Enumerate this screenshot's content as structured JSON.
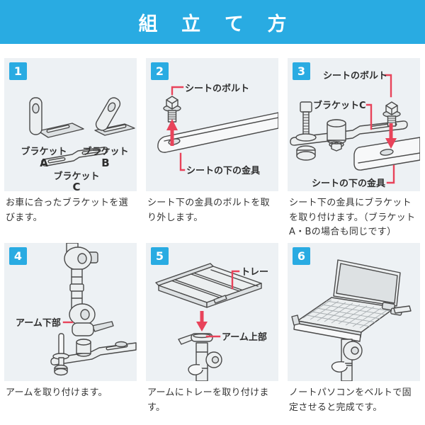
{
  "header": {
    "title": "組 立 て 方"
  },
  "colors": {
    "accent_blue": "#29abe2",
    "accent_red": "#e8435a",
    "panel_bg": "#edf1f4",
    "caption_text": "#333333",
    "line_art": "#4a4a4a"
  },
  "steps": [
    {
      "number": "1",
      "caption": "お車に合ったブラケットを選びます。",
      "labels": {
        "bracket_a_name": "ブラケット",
        "bracket_a_letter": "A",
        "bracket_b_name": "ブラケット",
        "bracket_b_letter": "B",
        "bracket_c_name": "ブラケット",
        "bracket_c_letter": "C"
      }
    },
    {
      "number": "2",
      "caption": "シート下の金具のボルトを取り外します。",
      "labels": {
        "seat_bolt": "シートのボルト",
        "seat_fitting": "シートの下の金具"
      }
    },
    {
      "number": "3",
      "caption": "シート下の金具にブラケットを取り付けます。（ブラケットA・Bの場合も同じです）",
      "labels": {
        "seat_bolt": "シートのボルト",
        "bracket_c": "ブラケットC",
        "seat_fitting": "シートの下の金具"
      }
    },
    {
      "number": "4",
      "caption": "アームを取り付けます。",
      "labels": {
        "arm_lower": "アーム下部"
      }
    },
    {
      "number": "5",
      "caption": "アームにトレーを取り付けます。",
      "labels": {
        "tray": "トレー",
        "arm_upper": "アーム上部"
      }
    },
    {
      "number": "6",
      "caption": "ノートパソコンをベルトで固定させると完成です。",
      "labels": {}
    }
  ]
}
